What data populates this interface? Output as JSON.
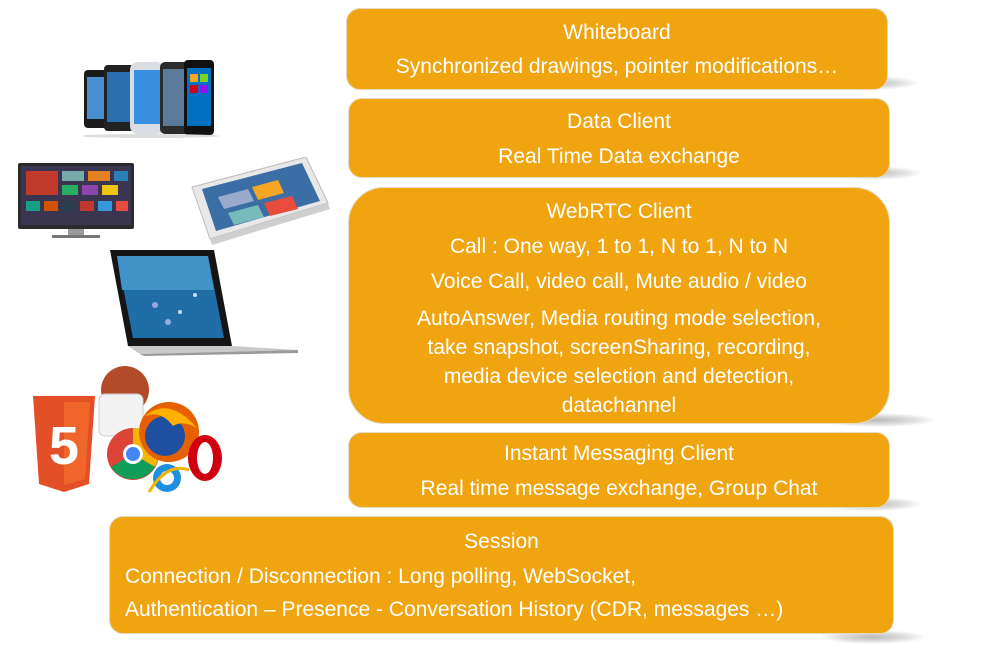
{
  "layers": {
    "whiteboard": {
      "title": "Whiteboard",
      "lines": [
        "Synchronized drawings, pointer modifications…"
      ]
    },
    "data_client": {
      "title": "Data Client",
      "lines": [
        "Real Time Data exchange"
      ]
    },
    "webrtc_client": {
      "title": "WebRTC Client",
      "lines": [
        "Call : One way, 1 to 1, N to 1, N to N",
        "Voice Call, video call, Mute audio / video",
        "AutoAnswer, Media routing mode selection,",
        "take snapshot, screenSharing, recording,",
        "media device selection and detection,",
        "datachannel"
      ]
    },
    "im_client": {
      "title": "Instant Messaging Client",
      "lines": [
        "Real time message exchange, Group Chat"
      ]
    },
    "session": {
      "title": "Session",
      "lines": [
        "Connection / Disconnection  : Long polling, WebSocket,",
        "Authentication – Presence - Conversation History (CDR, messages …)"
      ]
    }
  },
  "colors": {
    "box_fill": "#f0a510",
    "box_border": "#e5d9bf",
    "text": "#ffffff"
  },
  "icons": [
    "smartphones-icon",
    "smart-tv-icon",
    "tablet-icon",
    "laptop-icon",
    "browser-logos-icon"
  ],
  "browser_badge": {
    "html5_digit": "5"
  }
}
